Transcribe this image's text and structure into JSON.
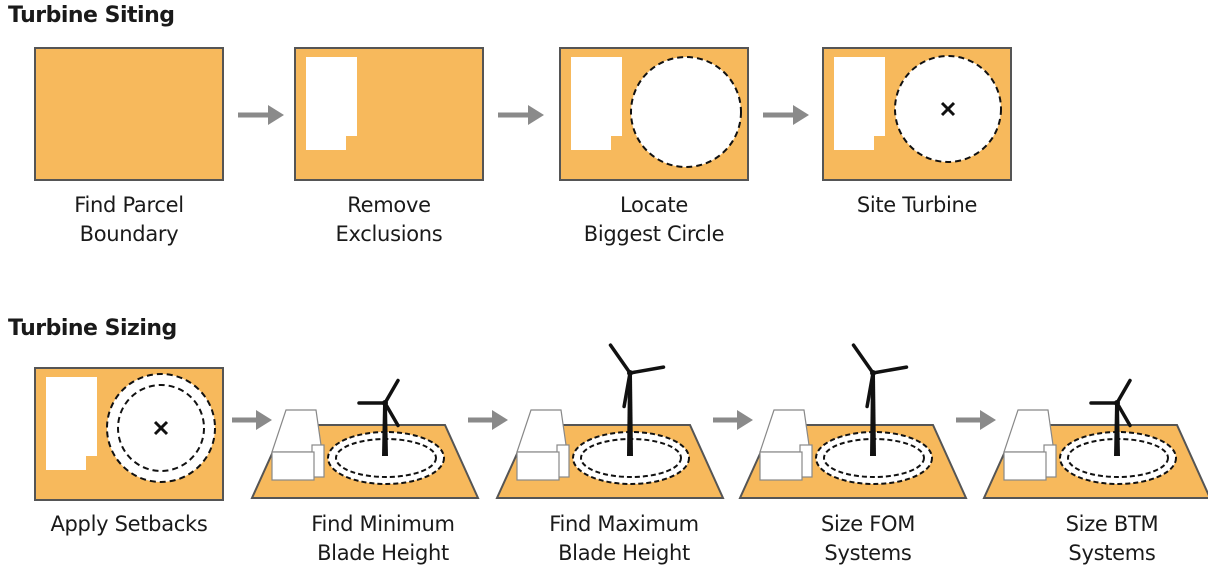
{
  "colors": {
    "parcel_fill": "#f7b95c",
    "parcel_stroke": "#555555",
    "arrow": "#8a8a8a",
    "exclusion": "#ffffff",
    "ink": "#111111"
  },
  "siting": {
    "title": "Turbine Siting",
    "steps": [
      {
        "line1": "Find Parcel",
        "line2": "Boundary",
        "icon": "parcel-rectangle"
      },
      {
        "line1": "Remove",
        "line2": "Exclusions",
        "icon": "parcel-with-exclusion"
      },
      {
        "line1": "Locate",
        "line2": "Biggest Circle",
        "icon": "parcel-with-circle"
      },
      {
        "line1": "Site Turbine",
        "line2": "",
        "icon": "parcel-with-turbine-site"
      }
    ]
  },
  "sizing": {
    "title": "Turbine Sizing",
    "steps": [
      {
        "line1": "Apply Setbacks",
        "line2": "",
        "icon": "parcel-with-setbacks"
      },
      {
        "line1": "Find Minimum",
        "line2": "Blade Height",
        "icon": "small-turbine-perspective"
      },
      {
        "line1": "Find Maximum",
        "line2": "Blade Height",
        "icon": "tall-turbine-perspective"
      },
      {
        "line1": "Size FOM",
        "line2": "Systems",
        "icon": "tall-turbine-perspective"
      },
      {
        "line1": "Size BTM",
        "line2": "Systems",
        "icon": "small-turbine-perspective"
      }
    ]
  }
}
